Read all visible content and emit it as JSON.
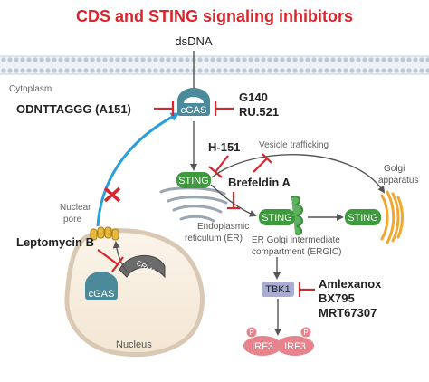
{
  "title": "CDS and STING signaling inhibitors",
  "labels": {
    "dsdna": "dsDNA",
    "cytoplasm": "Cytoplasm",
    "vesicle_trafficking": "Vesicle trafficking",
    "golgi": [
      "Golgi",
      "apparatus"
    ],
    "nuclear_pore": [
      "Nuclear",
      "pore"
    ],
    "er": [
      "Endoplasmic",
      "reticulum (ER)"
    ],
    "ergic": [
      "ER Golgi intermediate",
      "compartment (ERGIC)"
    ],
    "nucleus": "Nucleus",
    "crm1": "CRM1"
  },
  "nodes": {
    "cgas_top": "cGAS",
    "cgas_nucleus": "cGAS",
    "sting_er": "STING",
    "sting_ergic": "STING",
    "sting_golgi": "STING",
    "tbk1": "TBK1",
    "irf3_a": "IRF3",
    "irf3_b": "IRF3",
    "phospho_a": "P",
    "phospho_b": "P"
  },
  "inhibitors": {
    "a151": "ODNTTAGGG (A151)",
    "g140": "G140",
    "ru521": "RU.521",
    "h151": "H-151",
    "brefeldin": "Brefeldin A",
    "leptomycin": "Leptomycin B",
    "amlexanox": "Amlexanox",
    "bx795": "BX795",
    "mrt67307": "MRT67307"
  },
  "colors": {
    "title": "#d7262e",
    "membrane": "#bfc9d3",
    "cgas": "#4a8a9a",
    "sting": "#3d9b3d",
    "tbk1": "#a9acd3",
    "irf3": "#e6838d",
    "inhibit": "#d7262e",
    "export_arrow": "#2a9fd8",
    "golgi": "#f0a830"
  }
}
